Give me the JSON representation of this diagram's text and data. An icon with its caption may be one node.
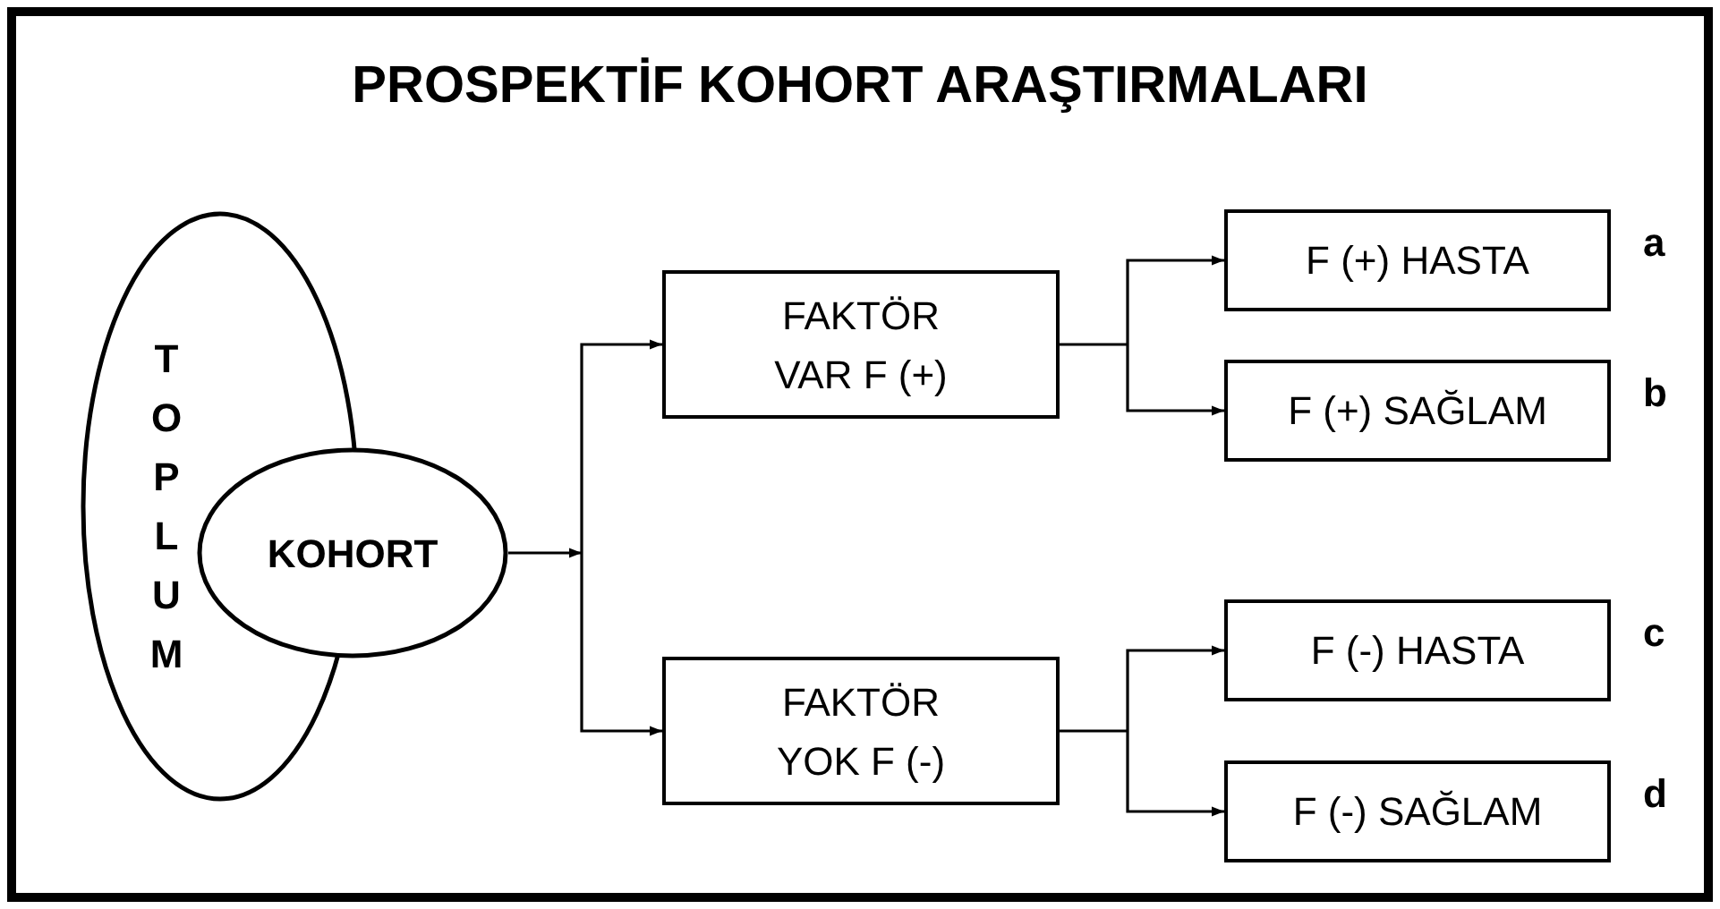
{
  "diagram": {
    "title": "PROSPEKTİF KOHORT ARAŞTIRMALARI",
    "nodes": [
      {
        "text": [
          "TOPLUM"
        ]
      },
      {
        "text": [
          "KOHORT"
        ]
      },
      {
        "text": [
          "FAKTÖR VAR F (+)"
        ]
      },
      {
        "text": [
          "FAKTÖR YOK F (-)"
        ]
      },
      {
        "text": [
          "F (+) HASTA"
        ],
        "beside": [
          "a"
        ]
      },
      {
        "text": [
          "F (+) SAĞLAM"
        ],
        "beside": [
          "b"
        ]
      },
      {
        "text": [
          "F (-) HASTA"
        ],
        "beside": [
          "c"
        ]
      },
      {
        "text": [
          "F (-) SAĞLAM"
        ],
        "beside": [
          "d"
        ]
      }
    ],
    "edges": [
      {
        "from": 1,
        "to": 2,
        "arrow": "to"
      },
      {
        "from": 1,
        "to": 3,
        "arrow": "to"
      },
      {
        "from": 2,
        "to": 4,
        "arrow": "to"
      },
      {
        "from": 2,
        "to": 5,
        "arrow": "to"
      },
      {
        "from": 3,
        "to": 6,
        "arrow": "to"
      },
      {
        "from": 3,
        "to": 7,
        "arrow": "to"
      }
    ]
  }
}
